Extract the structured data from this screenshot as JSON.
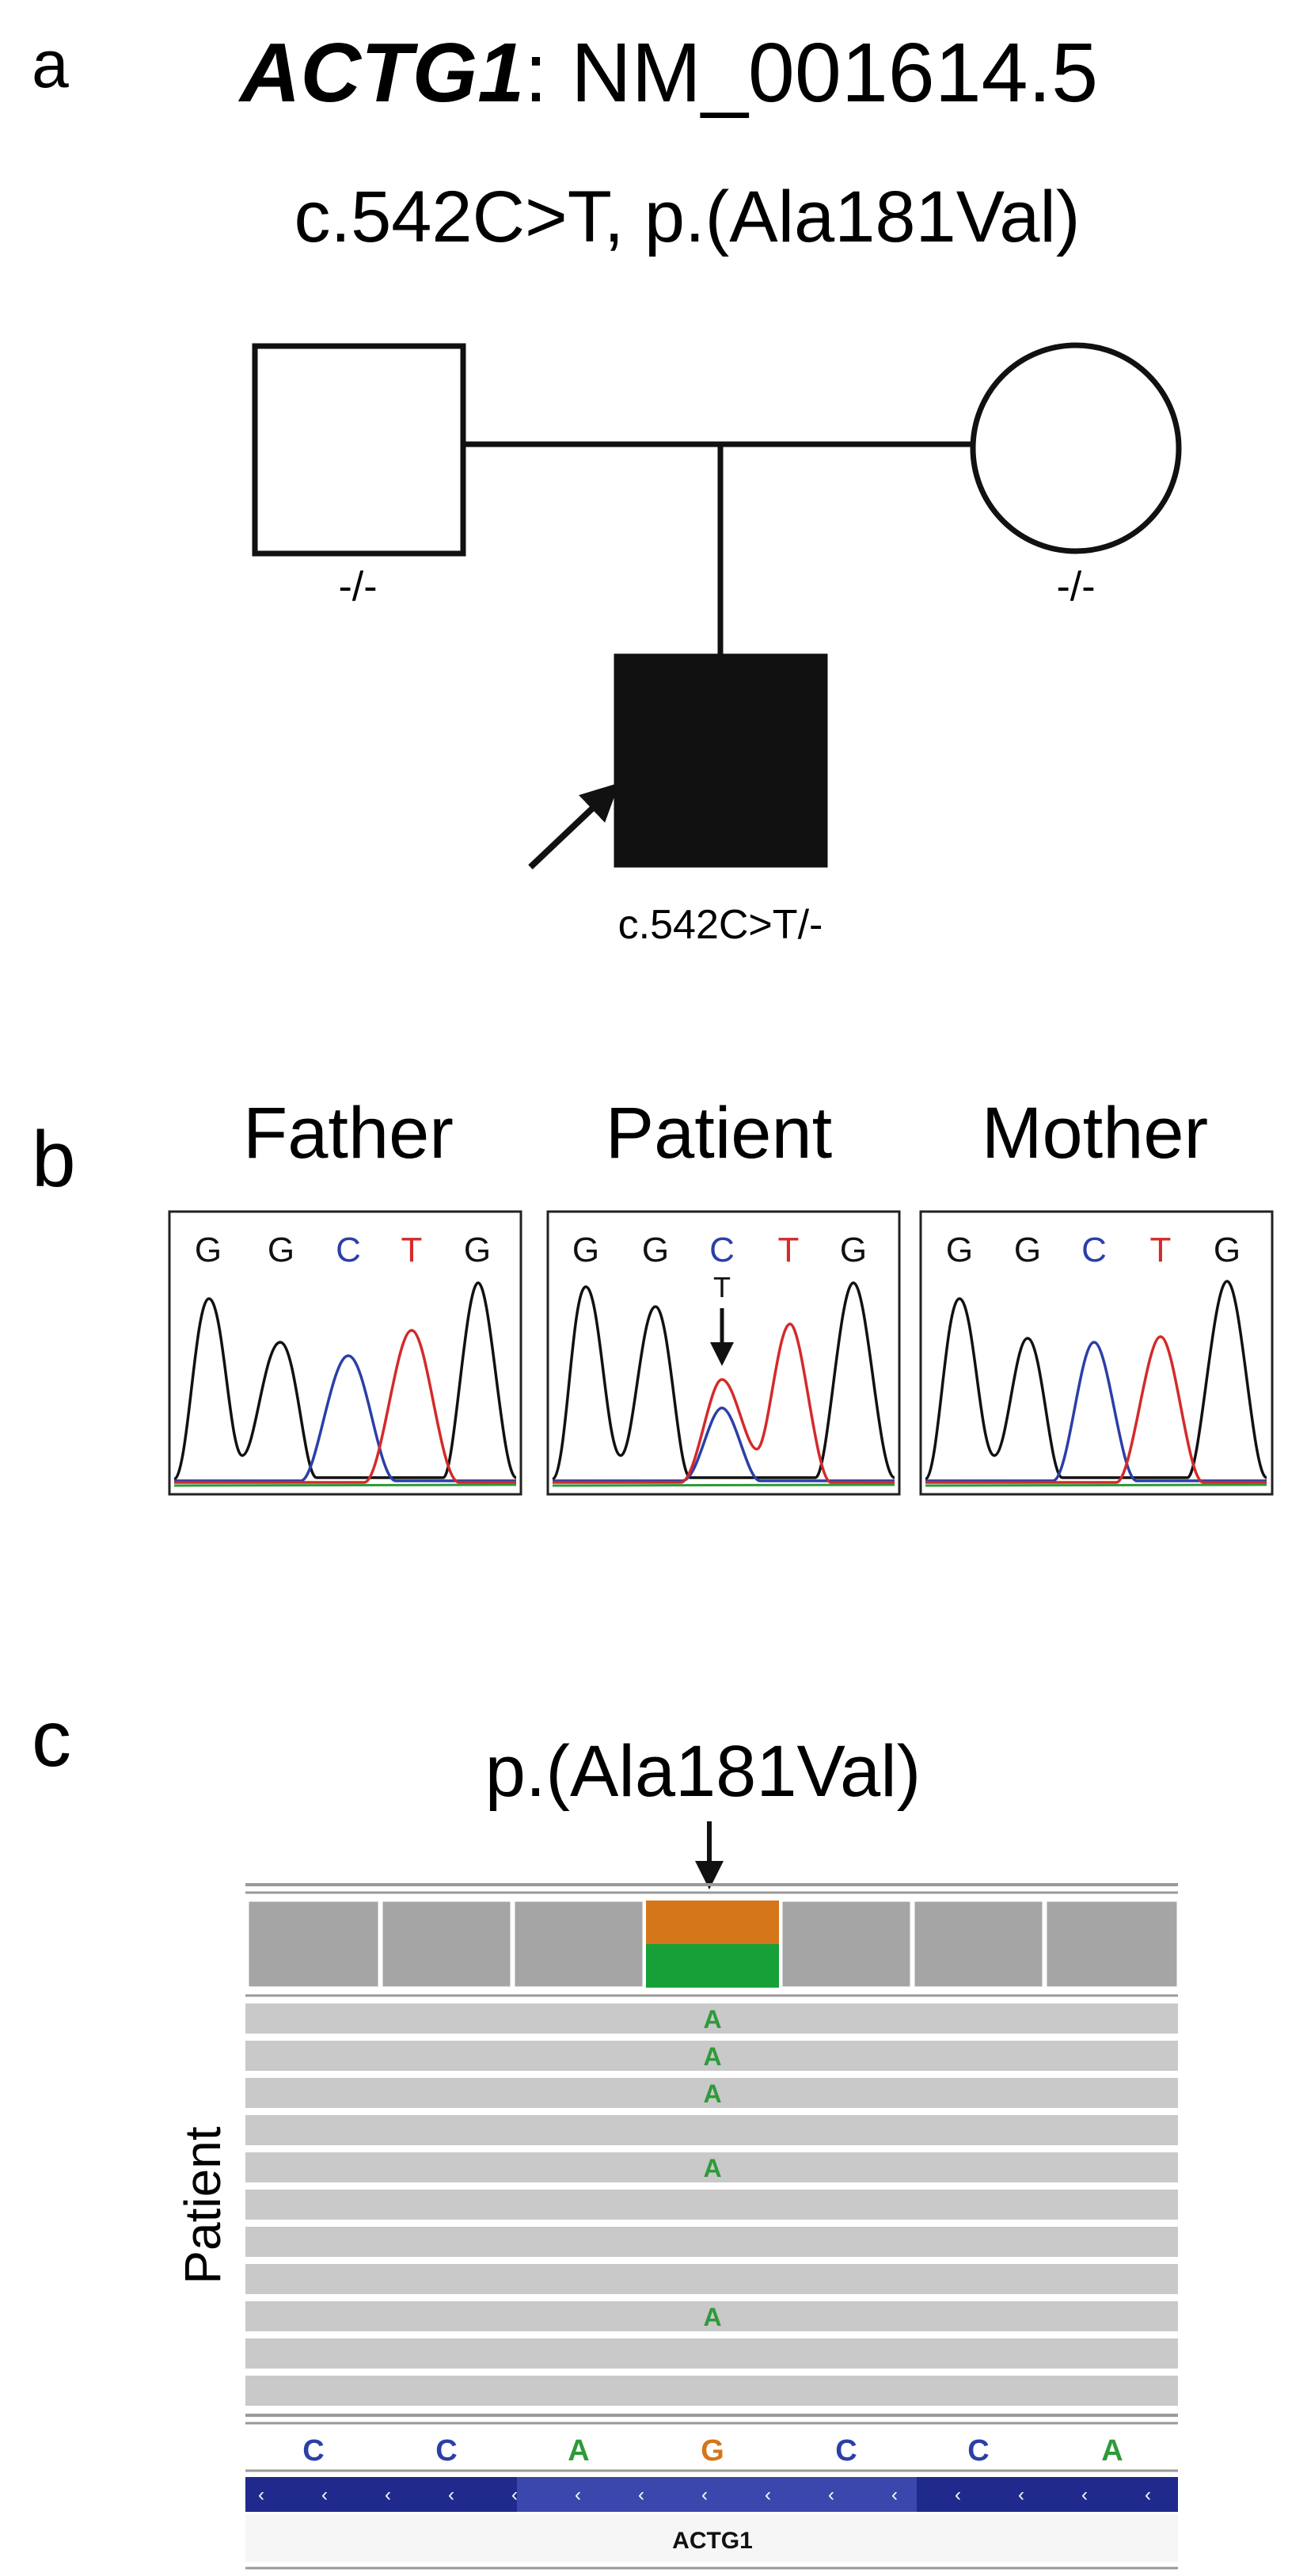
{
  "panel_a": {
    "letter": "a",
    "gene": "ACTG1",
    "transcript": ": NM_001614.5",
    "variant": "c.542C>T, p.(Ala181Val)",
    "father_genotype": "-/-",
    "mother_genotype": "-/-",
    "proband_genotype": "c.542C>T/-"
  },
  "panel_b": {
    "letter": "b",
    "chromatograms": [
      {
        "label": "Father",
        "bases": [
          "G",
          "G",
          "C",
          "T",
          "G"
        ],
        "secondary_base": ""
      },
      {
        "label": "Patient",
        "bases": [
          "G",
          "G",
          "C",
          "T",
          "G"
        ],
        "secondary_base": "T"
      },
      {
        "label": "Mother",
        "bases": [
          "G",
          "G",
          "C",
          "T",
          "G"
        ],
        "secondary_base": ""
      }
    ],
    "colors": {
      "G": "#111111",
      "C": "#2b3fa8",
      "T": "#d42a2a",
      "A": "#2f9a3a"
    }
  },
  "panel_c": {
    "letter": "c",
    "variant_label": "p.(Ala181Val)",
    "track_label": "Patient",
    "reference_bases": [
      "C",
      "C",
      "A",
      "G",
      "C",
      "C",
      "A"
    ],
    "read_mismatch_base": "A",
    "gene_label": "ACTG1",
    "colors": {
      "coverage_ref": "#a5a5a5",
      "coverage_alt_top": "#d5761a",
      "coverage_alt_bottom": "#17a038",
      "read": "#c9c9c9",
      "gene_track": "#1f2a8c"
    }
  }
}
